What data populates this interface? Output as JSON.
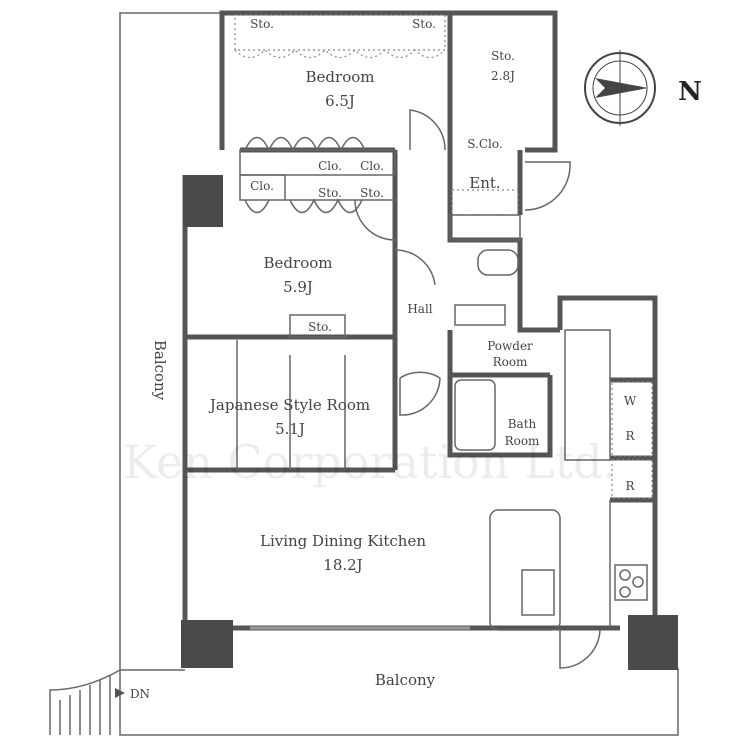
{
  "compass": {
    "north_label": "N"
  },
  "rooms": {
    "bedroom1": {
      "name": "Bedroom",
      "size": "6.5J"
    },
    "storage_large": {
      "name": "Sto.",
      "size": "2.8J"
    },
    "bedroom2": {
      "name": "Bedroom",
      "size": "5.9J"
    },
    "japanese": {
      "name": "Japanese Style Room",
      "size": "5.1J"
    },
    "ldk": {
      "name": "Living Dining Kitchen",
      "size": "18.2J"
    },
    "hall": {
      "name": "Hall"
    },
    "entrance": {
      "name": "Ent."
    },
    "shoe_closet": {
      "name": "S.Clo."
    },
    "powder": {
      "line1": "Powder",
      "line2": "Room"
    },
    "bath": {
      "line1": "Bath",
      "line2": "Room"
    },
    "balcony_left": {
      "name": "Balcony"
    },
    "balcony_bottom": {
      "name": "Balcony"
    }
  },
  "storage_labels": {
    "sto": "Sto.",
    "clo": "Clo."
  },
  "appliance_labels": {
    "washer": "W",
    "fridge": "R"
  },
  "stairs": {
    "label": "DN"
  },
  "watermark": "Ken Corporation Ltd."
}
